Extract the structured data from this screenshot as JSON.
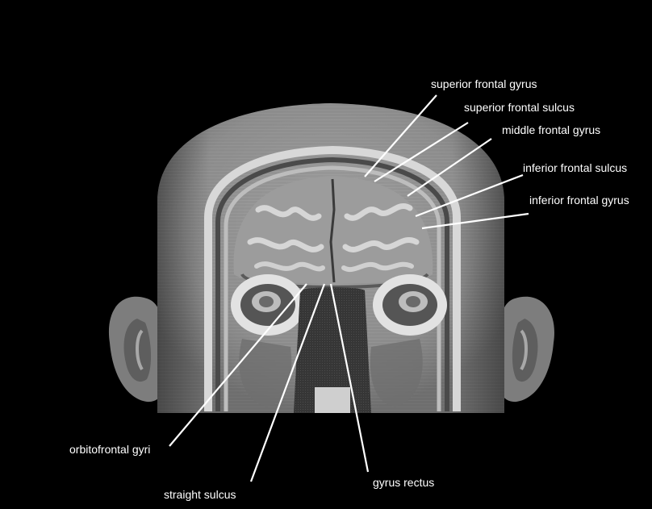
{
  "labels": {
    "superior_frontal_gyrus": "superior frontal gyrus",
    "superior_frontal_sulcus": "superior frontal sulcus",
    "middle_frontal_gyrus": "middle frontal gyrus",
    "inferior_frontal_sulcus": "inferior frontal sulcus",
    "inferior_frontal_gyrus": "inferior frontal gyrus",
    "orbitofrontal_gyri": "orbitofrontal gyri",
    "straight_sulcus": "straight sulcus",
    "gyrus_rectus": "gyrus rectus"
  },
  "colors": {
    "background": "#000000",
    "label_text": "#ffffff",
    "leader_line": "#ffffff",
    "head_skin": "#8c8c8c",
    "brain_gray_matter": "#a8a8a8",
    "brain_white_matter": "#cfcfcf"
  }
}
